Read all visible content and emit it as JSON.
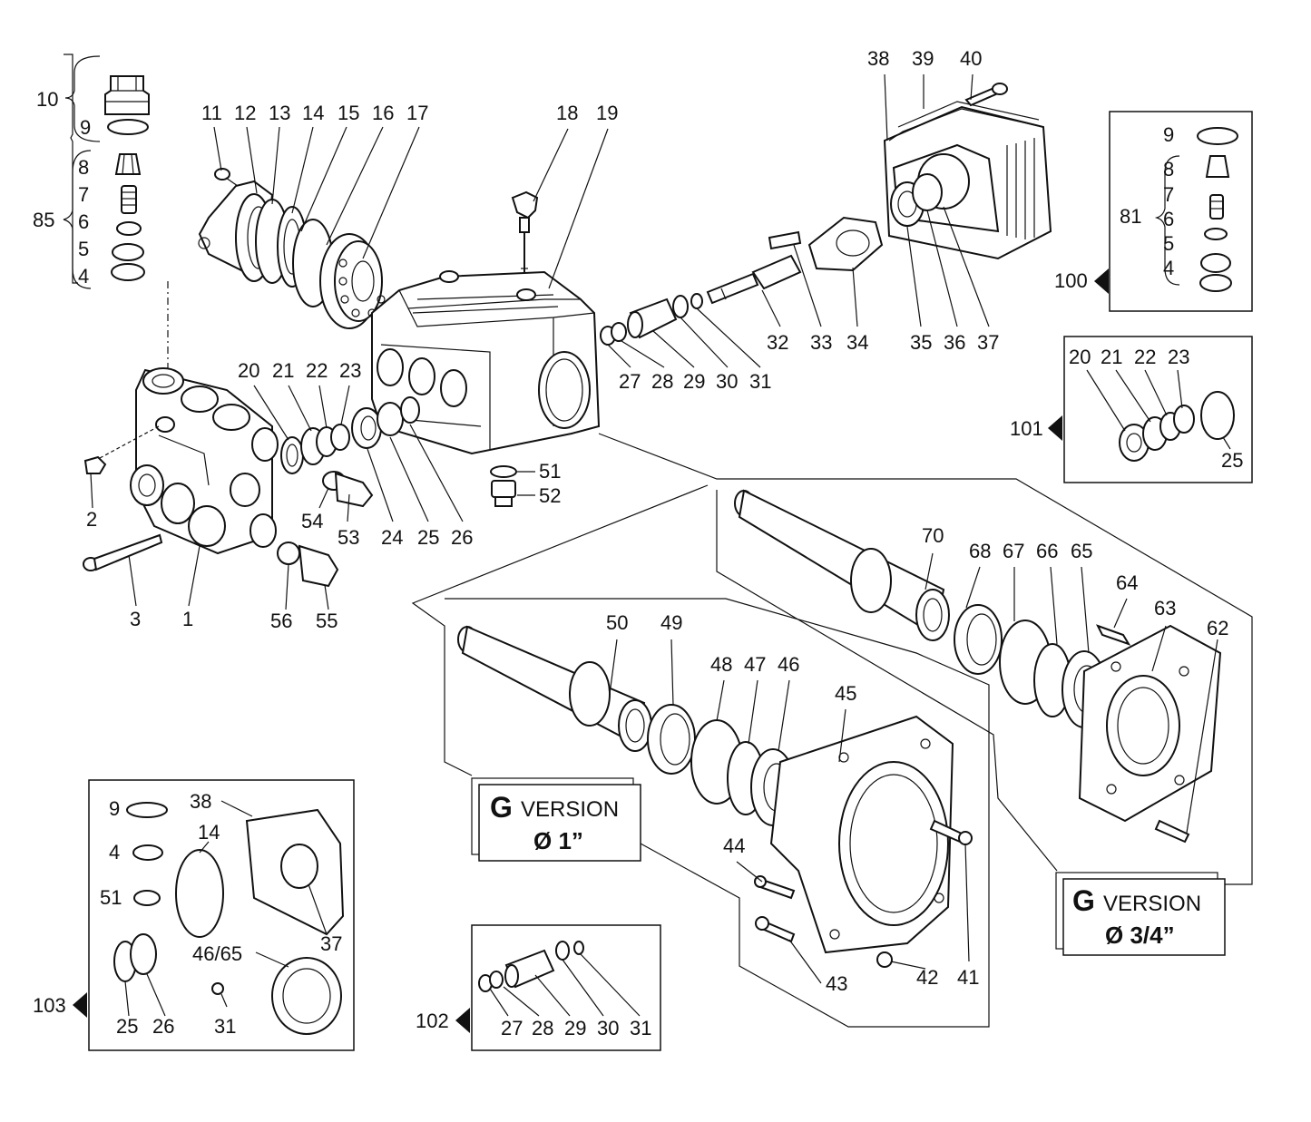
{
  "part_labels": {
    "p10": "10",
    "p9a": "9",
    "p8a": "8",
    "p7a": "7",
    "p85": "85",
    "p6a": "6",
    "p5a": "5",
    "p4a": "4",
    "p11": "11",
    "p12": "12",
    "p13": "13",
    "p14": "14",
    "p15": "15",
    "p16": "16",
    "p17": "17",
    "p18": "18",
    "p19": "19",
    "p38": "38",
    "p39": "39",
    "p40": "40",
    "p20": "20",
    "p21": "21",
    "p22": "22",
    "p23": "23",
    "p24": "24",
    "p25": "25",
    "p26": "26",
    "p54": "54",
    "p53": "53",
    "p51": "51",
    "p52": "52",
    "p2": "2",
    "p3": "3",
    "p1": "1",
    "p56": "56",
    "p55": "55",
    "p27": "27",
    "p28": "28",
    "p29": "29",
    "p30": "30",
    "p31": "31",
    "p32": "32",
    "p33": "33",
    "p34": "34",
    "p35": "35",
    "p36": "36",
    "p37": "37",
    "p70": "70",
    "p68": "68",
    "p67": "67",
    "p66": "66",
    "p65": "65",
    "p64": "64",
    "p63": "63",
    "p62": "62",
    "p50": "50",
    "p49": "49",
    "p48": "48",
    "p47": "47",
    "p46": "46",
    "p45": "45",
    "p44": "44",
    "p43": "43",
    "p42": "42",
    "p41": "41"
  },
  "kit_100": {
    "ref": "100",
    "group": "81",
    "items": {
      "i9": "9",
      "i8": "8",
      "i7": "7",
      "i6": "6",
      "i5": "5",
      "i4": "4"
    }
  },
  "kit_101": {
    "ref": "101",
    "items": {
      "i20": "20",
      "i21": "21",
      "i22": "22",
      "i23": "23",
      "i25": "25"
    }
  },
  "kit_102": {
    "ref": "102",
    "items": {
      "i27": "27",
      "i28": "28",
      "i29": "29",
      "i30": "30",
      "i31": "31"
    }
  },
  "kit_103": {
    "ref": "103",
    "items": {
      "i9": "9",
      "i38": "38",
      "i14": "14",
      "i4": "4",
      "i51": "51",
      "i37": "37",
      "i4665": "46/65",
      "i25": "25",
      "i26": "26",
      "i31": "31"
    }
  },
  "version_1in": {
    "letter": "G",
    "word": "VERSION",
    "size": "Ø 1”"
  },
  "version_34in": {
    "letter": "G",
    "word": "VERSION",
    "size": "Ø 3/4”"
  }
}
